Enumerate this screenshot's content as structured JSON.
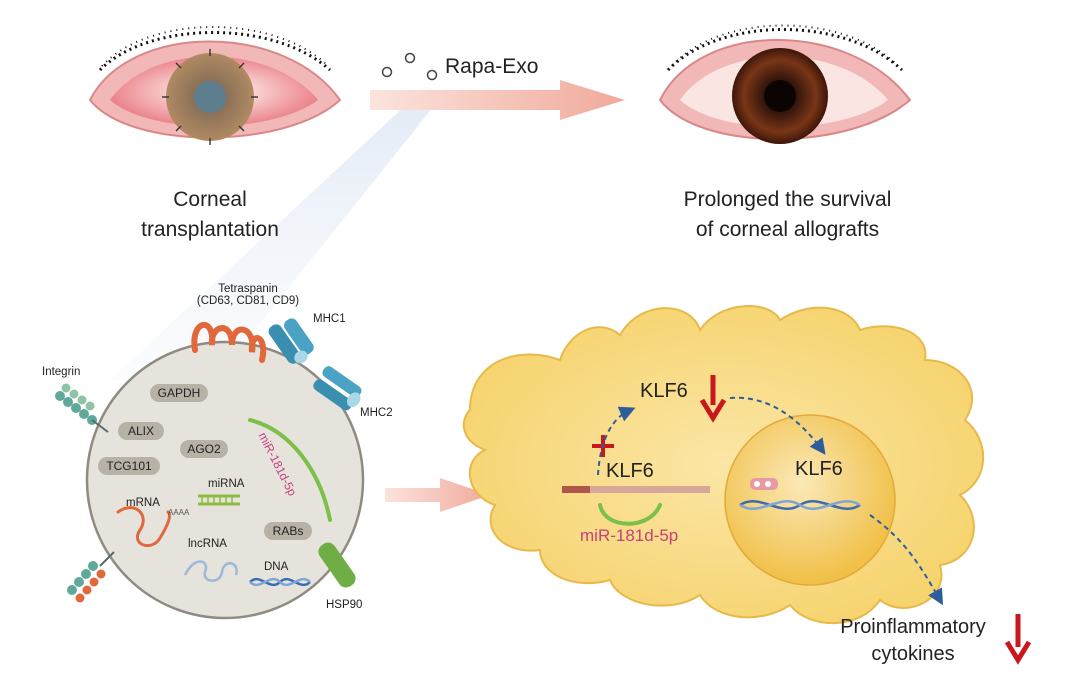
{
  "colors": {
    "arrow_pink": "#f0a99a",
    "cell_fill": "#f6d574",
    "nucleus_fill": "#f2c64f",
    "down_arrow": "#c8171d",
    "mirna_pink": "#c8407a",
    "receptor_teal": "#3a8fb0",
    "tetraspanin": "#e0683a",
    "hsp90": "#6fae45",
    "exosome_fill": "#e6e3dc"
  },
  "top": {
    "treatment_label": "Rapa-Exo",
    "left_caption": [
      "Corneal",
      "transplantation"
    ],
    "right_caption": [
      "Prolonged the survival",
      "of corneal allografts"
    ]
  },
  "exosome": {
    "tetraspanin_label": [
      "Tetraspanin",
      "(CD63, CD81, CD9)"
    ],
    "mhc1": "MHC1",
    "mhc2": "MHC2",
    "integrin": "Integrin",
    "hsp90": "HSP90",
    "pills": [
      "GAPDH",
      "ALIX",
      "AGO2",
      "TCG101",
      "RABs"
    ],
    "mirna_label": "miR-181d-5p",
    "mirna": "miRNA",
    "mrna": "mRNA",
    "lncrna": "lncRNA",
    "dna": "DNA",
    "polyA": "AAAA"
  },
  "cell": {
    "klf6_top": "KLF6",
    "klf6_mrna": "KLF6",
    "klf6_nucleus": "KLF6",
    "mirna_label": "miR-181d-5p",
    "outcome": [
      "Proinflammatory",
      "cytokines"
    ]
  },
  "icons": {
    "down_arrow": "down-arrow-icon",
    "inhibit": "plus-inhibition-icon"
  }
}
